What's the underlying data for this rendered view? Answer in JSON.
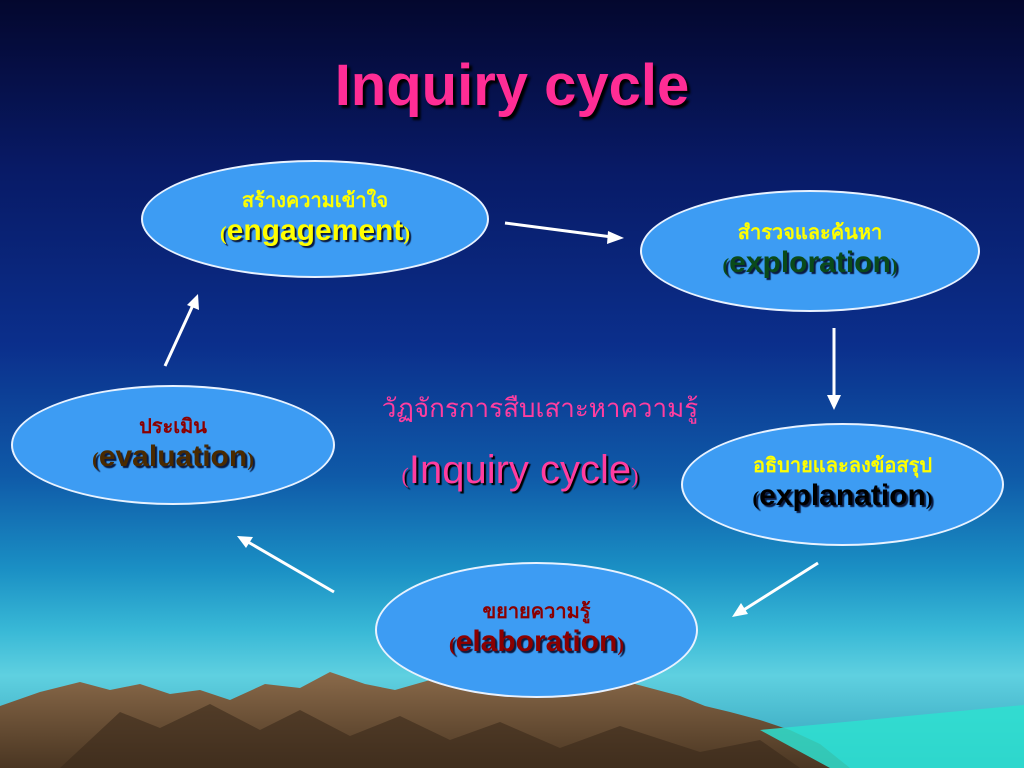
{
  "title": "Inquiry cycle",
  "center": {
    "thai": "วัฏจักรการสืบเสาะหาความรู้",
    "eng": "Inquiry cycle",
    "open": "(",
    "close": ")"
  },
  "nodes": [
    {
      "id": "engagement",
      "thai": "สร้างความเข้าใจ",
      "eng": "engagement",
      "open": "(",
      "close": ")",
      "thai_color": "#ffff00",
      "eng_color": "#ffff00"
    },
    {
      "id": "exploration",
      "thai": "สำรวจและค้นหา",
      "eng": "exploration",
      "open": "(",
      "close": ")",
      "thai_color": "#ffff00",
      "eng_color": "#0a4a1a"
    },
    {
      "id": "explanation",
      "thai": "อธิบายและลงข้อสรุป",
      "eng": "explanation",
      "open": "(",
      "close": ")",
      "thai_color": "#ffff00",
      "eng_color": "#000000"
    },
    {
      "id": "elaboration",
      "thai": "ขยายความรู้",
      "eng": "elaboration",
      "open": "(",
      "close": ")",
      "thai_color": "#8b0000",
      "eng_color": "#8b0000"
    },
    {
      "id": "evaluation",
      "thai": "ประเมิน",
      "eng": "evaluation",
      "open": "(",
      "close": ")",
      "thai_color": "#8b0000",
      "eng_color": "#4a2a00"
    }
  ],
  "colors": {
    "title": "#ff2d95",
    "node_fill": "#3d9cf3",
    "arrow": "#ffffff"
  }
}
